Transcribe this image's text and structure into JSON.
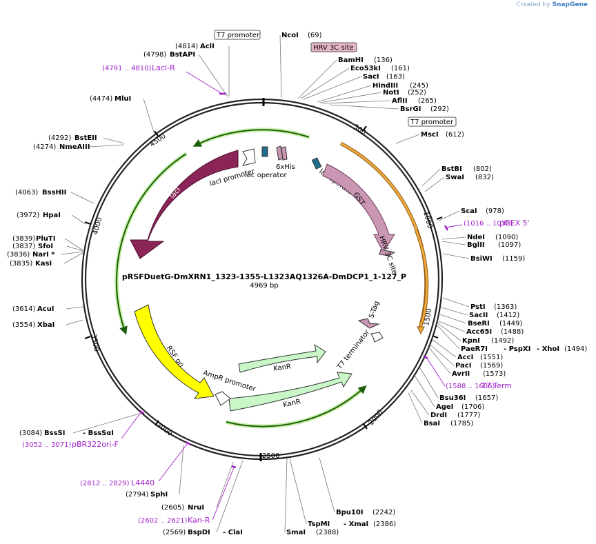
{
  "brand": {
    "created_by": "Created by",
    "name": "SnapGene"
  },
  "plasmid": {
    "name": "pRSFDuetG-DmXRN1_1323-1355-L1323AQ1326A-DmDCP1_1-127_P",
    "length": "4969 bp",
    "ticks": [
      "500",
      "1000",
      "1500",
      "2000",
      "2500",
      "3000",
      "3500",
      "4000",
      "4500"
    ]
  },
  "sites": [
    {
      "name": "NcoI",
      "pos": "(69)"
    },
    {
      "name": "BamHI",
      "pos": "(136)"
    },
    {
      "name": "Eco53kI",
      "pos": "(161)"
    },
    {
      "name": "SacI",
      "pos": "(163)"
    },
    {
      "name": "HindIII",
      "pos": "(245)"
    },
    {
      "name": "NotI",
      "pos": "(252)"
    },
    {
      "name": "AflII",
      "pos": "(265)"
    },
    {
      "name": "BsrGI",
      "pos": "(292)"
    },
    {
      "name": "MscI",
      "pos": "(612)"
    },
    {
      "name": "BstBI",
      "pos": "(802)"
    },
    {
      "name": "SwaI",
      "pos": "(832)"
    },
    {
      "name": "ScaI",
      "pos": "(978)"
    },
    {
      "name": "NdeI",
      "pos": "(1090)"
    },
    {
      "name": "BglII",
      "pos": "(1097)"
    },
    {
      "name": "BsiWI",
      "pos": "(1159)"
    },
    {
      "name": "PstI",
      "pos": "(1363)"
    },
    {
      "name": "SacII",
      "pos": "(1412)"
    },
    {
      "name": "BseRI",
      "pos": "(1449)"
    },
    {
      "name": "Acc65I",
      "pos": "(1488)"
    },
    {
      "name": "KpnI",
      "pos": "(1492)"
    },
    {
      "name": "PaeR7I",
      "pos": ""
    },
    {
      "name": "PspXI",
      "pos": ""
    },
    {
      "name": "XhoI",
      "pos": "(1494)"
    },
    {
      "name": "AccI",
      "pos": "(1551)"
    },
    {
      "name": "PacI",
      "pos": "(1569)"
    },
    {
      "name": "AvrII",
      "pos": "(1573)"
    },
    {
      "name": "Bsu36I",
      "pos": "(1657)"
    },
    {
      "name": "AgeI",
      "pos": "(1706)"
    },
    {
      "name": "DrdI",
      "pos": "(1777)"
    },
    {
      "name": "BsaI",
      "pos": "(1785)"
    },
    {
      "name": "Bpu10I",
      "pos": "(2242)"
    },
    {
      "name": "TspMI",
      "pos": ""
    },
    {
      "name": "XmaI",
      "pos": "(2386)"
    },
    {
      "name": "SmaI",
      "pos": "(2388)"
    },
    {
      "name": "BspDI",
      "pos": "(2569)"
    },
    {
      "name": "ClaI",
      "pos": ""
    },
    {
      "name": "NruI",
      "pos": "(2605)"
    },
    {
      "name": "SphI",
      "pos": "(2794)"
    },
    {
      "name": "BssSI",
      "pos": "(3084)"
    },
    {
      "name": "BssSαI",
      "pos": ""
    },
    {
      "name": "XbaI",
      "pos": "(3554)"
    },
    {
      "name": "AcuI",
      "pos": "(3614)"
    },
    {
      "name": "KasI",
      "pos": "(3835)"
    },
    {
      "name": "NarI *",
      "pos": "(3836)"
    },
    {
      "name": "SfoI",
      "pos": "(3837)"
    },
    {
      "name": "PluTI",
      "pos": "(3839)"
    },
    {
      "name": "HpaI",
      "pos": "(3972)"
    },
    {
      "name": "BssHII",
      "pos": "(4063)"
    },
    {
      "name": "NmeAIII",
      "pos": "(4274)"
    },
    {
      "name": "BstEII",
      "pos": "(4292)"
    },
    {
      "name": "MluI",
      "pos": "(4474)"
    },
    {
      "name": "BstAPI",
      "pos": "(4798)"
    },
    {
      "name": "AclI",
      "pos": "(4814)"
    }
  ],
  "primers": [
    {
      "name": "LacI-R",
      "range": "(4791 .. 4810)"
    },
    {
      "name": "pGEX 5'",
      "range": "(1016 .. 1038)"
    },
    {
      "name": "T7 Term",
      "range": "(1588 .. 1606)"
    },
    {
      "name": "Kan-R",
      "range": "(2602 .. 2621)"
    },
    {
      "name": "L4440",
      "range": "(2812 .. 2829)"
    },
    {
      "name": "pBR322ori-F",
      "range": "(3052 .. 3071)"
    }
  ],
  "boxed": {
    "t7_promoter_top": "T7 promoter",
    "hrv": "HRV 3C site",
    "t7_promoter_right": "T7 promoter"
  },
  "features": {
    "laci": "lacI",
    "laci_promoter": "lacI promoter",
    "lac_operator1": "lac operator",
    "his": "6xHis",
    "lac_operator2": "lac operator",
    "gst": "GST",
    "hrv3c": "HRV 3C site",
    "stag": "S-Tag",
    "t7term": "T7 terminator",
    "kanr1": "KanR",
    "kanr2": "KanR",
    "ampr_promoter": "AmpR promoter",
    "rsf_ori": "RSF ori"
  },
  "colors": {
    "laci": "#8b2557",
    "gst": "#c996b3",
    "rsf": "#ffff00",
    "kanr": "#c9f7c7",
    "orange": "#f2a93b",
    "green": "#1c5e0a",
    "primer": "#a020c8"
  }
}
